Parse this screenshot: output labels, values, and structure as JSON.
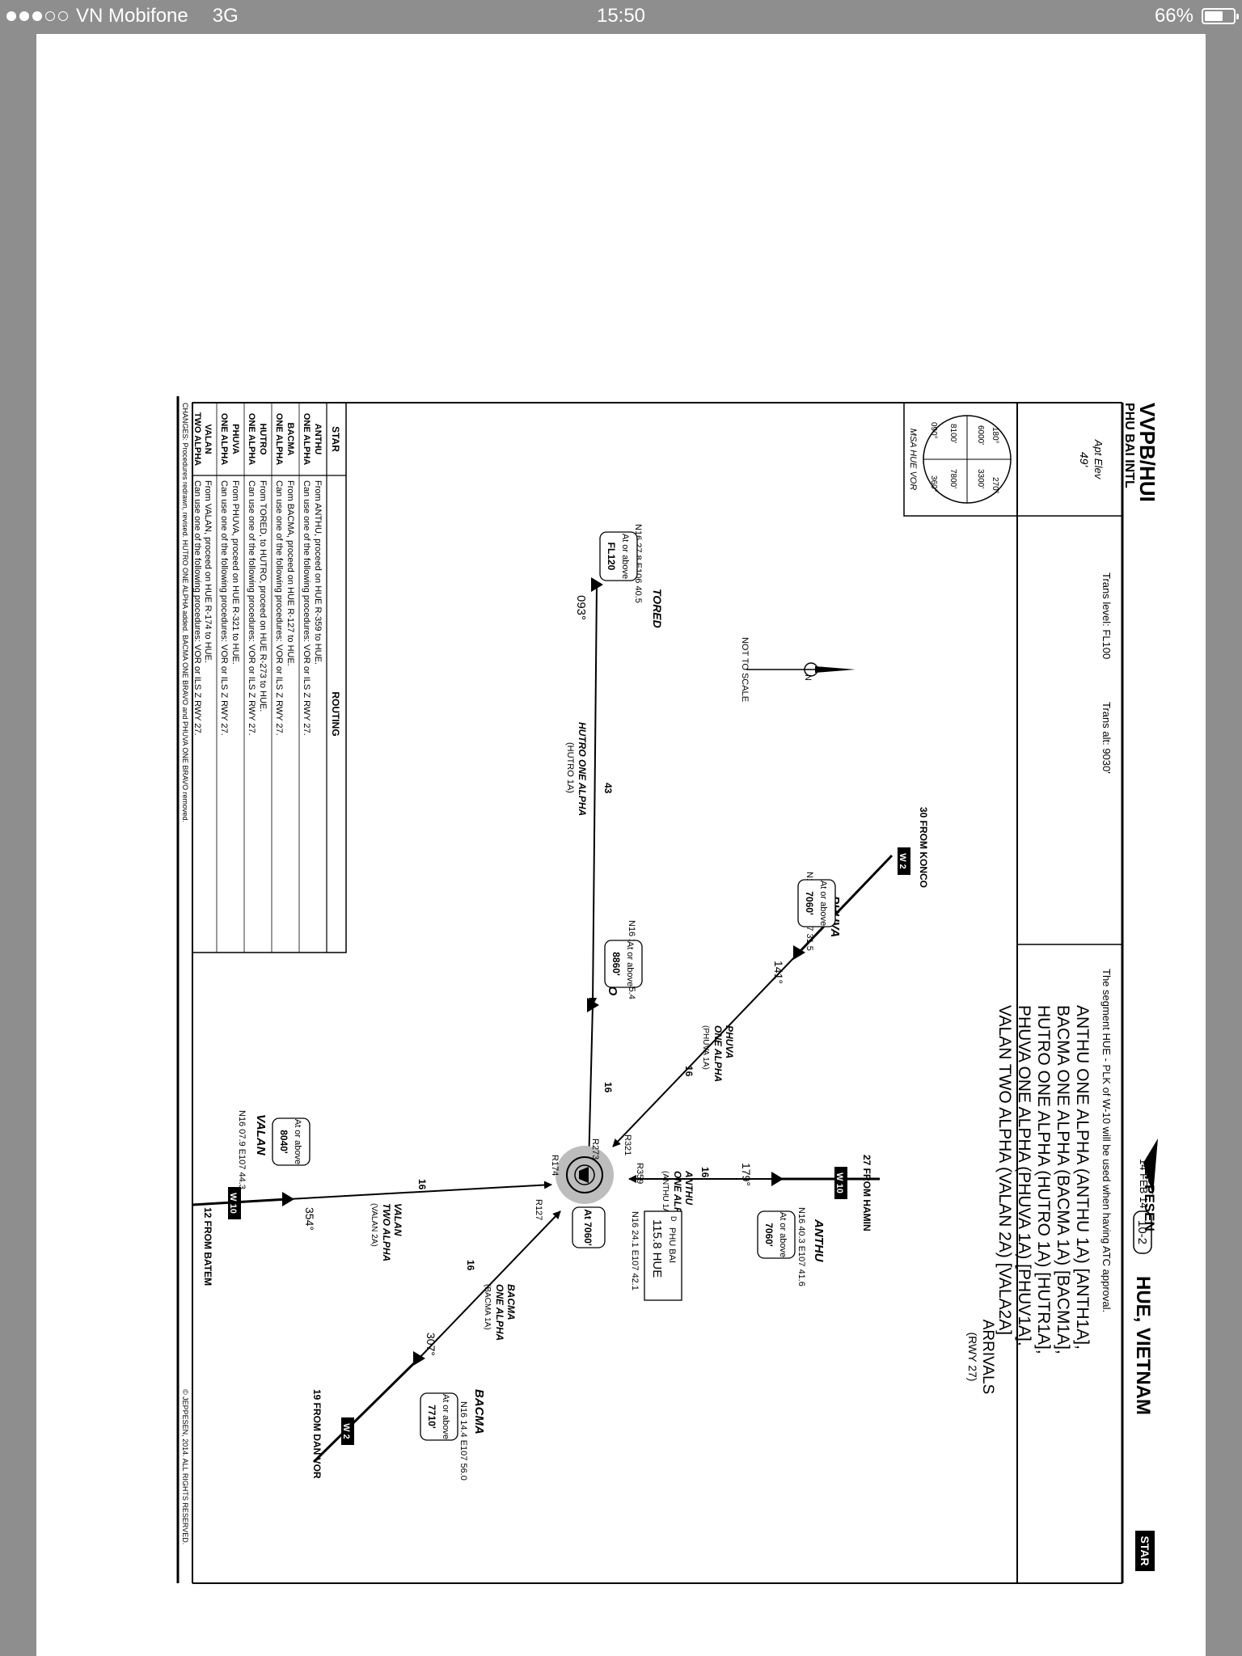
{
  "status_bar": {
    "signal_bars": [
      true,
      true,
      true,
      false,
      false
    ],
    "carrier": "VN Mobifone",
    "network": "3G",
    "time": "15:50",
    "battery_percent": "66%",
    "battery_level": 0.66
  },
  "chart": {
    "airport": {
      "code": "VVPB/HUI",
      "name": "PHU BAI INTL",
      "elev_label": "Apt Elev",
      "elev": "49'"
    },
    "header": {
      "publisher": "JEPPESEN",
      "location": "HUE, VIETNAM",
      "date": "14 FEB 14",
      "chart_number": "10-2",
      "type_badge": "STAR"
    },
    "trans_level": "Trans level: FL100",
    "trans_alt": "Trans alt: 9030'",
    "note": "The segment HUE - PLK of W-10 will be used when having ATC approval.",
    "titles": [
      "ANTHU ONE ALPHA (ANTHU 1A) [ANTH1A],",
      "BACMA ONE ALPHA (BACMA 1A) [BACM1A],",
      "HUTRO ONE ALPHA (HUTRO 1A) [HUTR1A],",
      "PHUVA ONE ALPHA (PHUVA 1A) [PHUV1A],",
      "VALAN TWO ALPHA (VALAN 2A) [VALA2A]",
      "ARRIVALS",
      "(RWY 27)"
    ],
    "msa": {
      "sectors": [
        "180°",
        "6000'",
        "3300'",
        "270°",
        "7800'",
        "360°",
        "8100'",
        "090°"
      ],
      "label": "MSA HUE VOR"
    },
    "not_to_scale": "NOT TO SCALE",
    "north": "N",
    "fixes": {
      "tored": {
        "name": "TORED",
        "coords": "N16 27.8 E106 40.5",
        "restriction": [
          "At or above",
          "FL120"
        ],
        "course": "093°"
      },
      "hutro": {
        "name": "HUTRO",
        "coords": "N16 25.2 E107 25.4",
        "restriction": [
          "At or above",
          "8860'"
        ]
      },
      "phuva": {
        "name": "PHUVA",
        "coords": "N16 36.5 E107 31.5",
        "restriction": [
          "At or above",
          "7060'"
        ],
        "course": "141°"
      },
      "anthu": {
        "name": "ANTHU",
        "coords": "N16 40.3 E107 41.6",
        "restriction": [
          "At or above",
          "7060'"
        ],
        "course": "179°"
      },
      "valan": {
        "name": "VALAN",
        "coords": "N16 07.9 E107 44.3",
        "restriction": [
          "At or above",
          "8040'"
        ],
        "course": "354°"
      },
      "bacma": {
        "name": "BACMA",
        "coords": "N16 14.4 E107 56.0",
        "restriction": [
          "At or above",
          "7710'"
        ],
        "course": "307°"
      }
    },
    "vor": {
      "name": "PHU BAI",
      "freq": "115.8 HUE",
      "ident": "D",
      "coords": "N16 24.1 E107 42.1",
      "restriction": "At 7060'"
    },
    "routes": {
      "hutro": [
        "HUTRO ONE ALPHA",
        "(HUTRO 1A)"
      ],
      "phuva": [
        "PHUVA",
        "ONE ALPHA",
        "(PHUVA 1A)"
      ],
      "anthu": [
        "ANTHU",
        "ONE ALPHA",
        "(ANTHU 1A)"
      ],
      "valan": [
        "VALAN",
        "TWO ALPHA",
        "(VALAN 2A)"
      ],
      "bacma": [
        "BACMA",
        "ONE ALPHA",
        "(BACMA 1A)"
      ]
    },
    "distances": {
      "tored_hutro": "43",
      "hutro_hue": "16",
      "phuva_hue": "16",
      "anthu_hue": "16",
      "valan_hue": "16",
      "bacma_hue": "16"
    },
    "radials": {
      "r273": "R273",
      "r321": "R321",
      "r359": "R359",
      "r174": "R174",
      "r127": "R127"
    },
    "airways": {
      "w2_konco": {
        "badge": "W 2",
        "from": "30 FROM KONCO"
      },
      "w10_hamin": {
        "badge": "W 10",
        "from": "27 FROM HAMIN"
      },
      "w10_batem": {
        "badge": "W 10",
        "from": "12 FROM BATEM"
      },
      "w2_dan": {
        "badge": "W 2",
        "from": "19 FROM DAN VOR"
      }
    },
    "table": {
      "headers": [
        "STAR",
        "ROUTING"
      ],
      "rows": [
        {
          "star": [
            "ANTHU",
            "ONE ALPHA"
          ],
          "routing": [
            "From ANTHU, proceed on HUE R-359 to HUE.",
            "Can use one of the following procedures: VOR or ILS Z RWY 27."
          ]
        },
        {
          "star": [
            "BACMA",
            "ONE ALPHA"
          ],
          "routing": [
            "From BACMA, proceed on HUE R-127 to HUE.",
            "Can use one of the following procedures: VOR or ILS Z RWY 27."
          ]
        },
        {
          "star": [
            "HUTRO",
            "ONE ALPHA"
          ],
          "routing": [
            "From TORED, to HUTRO, proceed on HUE R-273 to HUE.",
            "Can use one of the following procedures: VOR or ILS Z RWY 27."
          ]
        },
        {
          "star": [
            "PHUVA",
            "ONE ALPHA"
          ],
          "routing": [
            "From PHUVA, proceed on HUE R-321 to HUE.",
            "Can use one of the following procedures: VOR or ILS Z RWY 27."
          ]
        },
        {
          "star": [
            "VALAN",
            "TWO ALPHA"
          ],
          "routing": [
            "From VALAN, proceed on HUE R-174 to HUE.",
            "Can use one of the following procedures: VOR or ILS Z RWY 27."
          ]
        }
      ]
    },
    "changes": "CHANGES: Procedures redrawn, revised. HUTRO ONE ALPHA added. BACMA ONE BRAVO and PHUVA ONE BRAVO removed.",
    "copyright": "© JEPPESEN, 2014. ALL RIGHTS RESERVED."
  }
}
